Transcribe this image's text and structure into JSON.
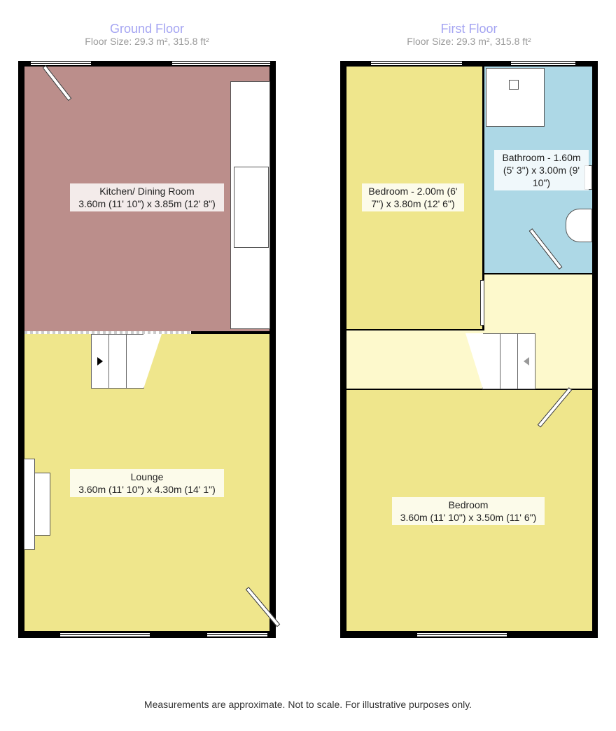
{
  "ground_floor": {
    "title": "Ground Floor",
    "floor_size": "Floor Size: 29.3 m², 315.8 ft²",
    "rooms": [
      {
        "name": "Kitchen/ Dining Room",
        "dims": "3.60m (11' 10\") x 3.85m (12' 8\")"
      },
      {
        "name": "Lounge",
        "dims": "3.60m (11' 10\") x 4.30m (14' 1\")"
      }
    ]
  },
  "first_floor": {
    "title": "First Floor",
    "floor_size": "Floor Size: 29.3 m², 315.8 ft²",
    "rooms": [
      {
        "name": "Bedroom - 2.00m (6' 7\") x 3.80m (12' 6\")"
      },
      {
        "name": "Bathroom - 1.60m (5' 3\") x 3.00m (9' 10\")"
      },
      {
        "name": "Bedroom",
        "dims": "3.60m (11' 10\") x 3.50m (11' 6\")"
      }
    ]
  },
  "footer": "Measurements are approximate. Not to scale. For illustrative purposes only.",
  "colors": {
    "kitchen": "#bb8e8b",
    "bedroom": "#efe68c",
    "landing": "#fdf9cc",
    "bathroom": "#add8e6",
    "title": "#a4a4f2"
  }
}
